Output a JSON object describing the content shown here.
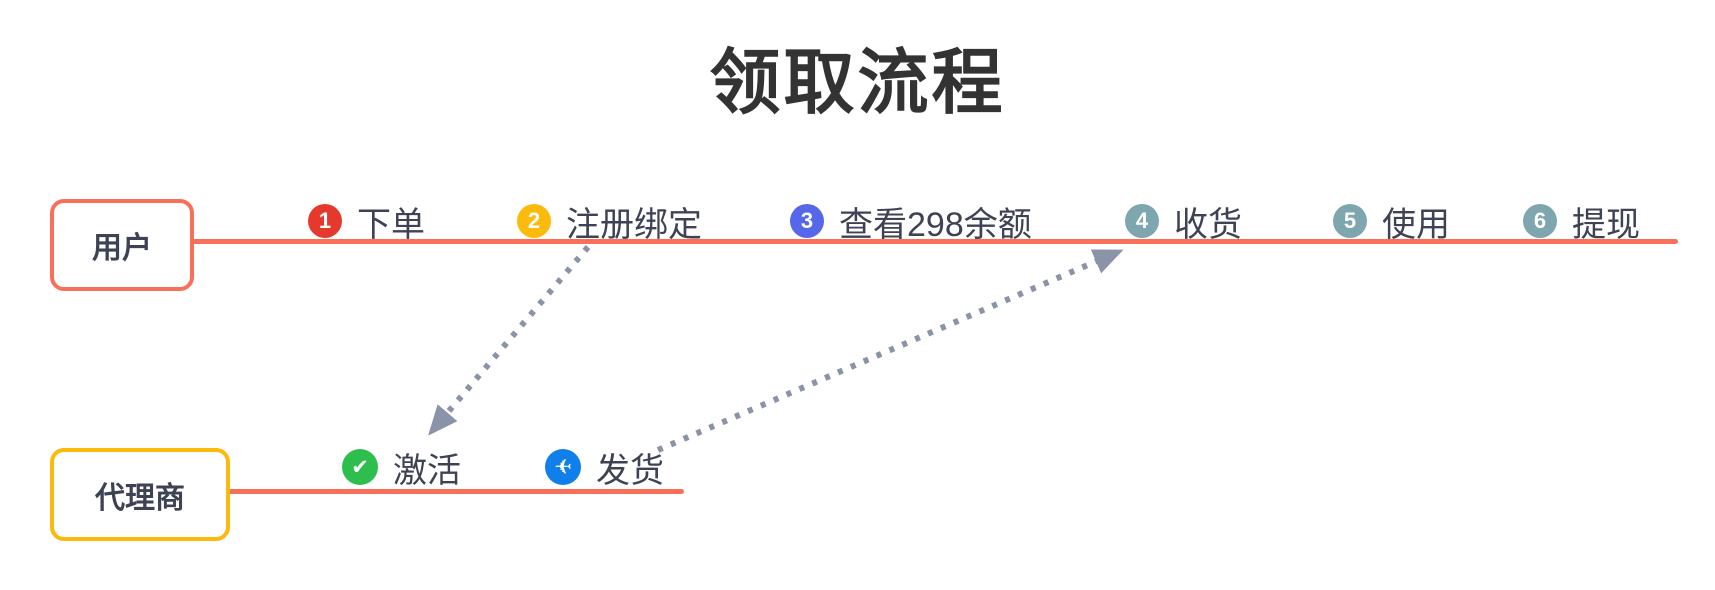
{
  "title": "领取流程",
  "colors": {
    "title_text": "#333333",
    "step_text": "#3D4354",
    "lane_line": "#F9705A",
    "arrow": "#8B93A8"
  },
  "lanes": [
    {
      "label": "用户",
      "border_color": "#F9705A",
      "steps": [
        {
          "badge": "1",
          "color": "#E6392E",
          "label": "下单"
        },
        {
          "badge": "2",
          "color": "#FBBB0C",
          "label": "注册绑定"
        },
        {
          "badge": "3",
          "color": "#5667E9",
          "label": "查看298余额"
        },
        {
          "badge": "4",
          "color": "#7EA6AF",
          "label": "收货"
        },
        {
          "badge": "5",
          "color": "#7EA6AF",
          "label": "使用"
        },
        {
          "badge": "6",
          "color": "#7EA6AF",
          "label": "提现"
        }
      ]
    },
    {
      "label": "代理商",
      "border_color": "#FBB90C",
      "steps": [
        {
          "icon": "check-icon",
          "glyph": "✔",
          "color": "#2DBE4D",
          "label": "激活"
        },
        {
          "icon": "plane-icon",
          "glyph": "✈",
          "color": "#117FE9",
          "label": "发货"
        }
      ]
    }
  ],
  "arrows": [
    {
      "from": "注册绑定",
      "to": "激活"
    },
    {
      "from": "发货",
      "to": "收货"
    }
  ]
}
